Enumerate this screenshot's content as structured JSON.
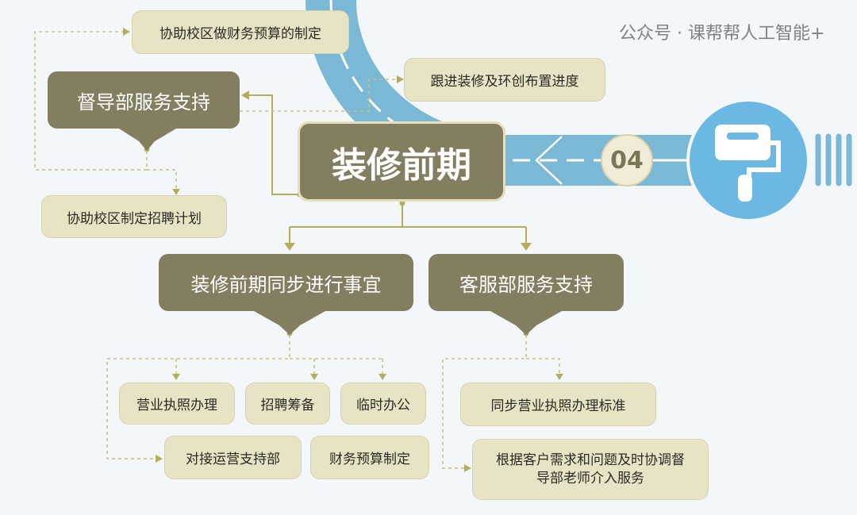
{
  "main_title": "装修前期",
  "step_number": "04",
  "supervision": {
    "title": "督导部服务支持",
    "items": [
      "协助校区做财务预算的制定",
      "跟进装修及环创布置进度",
      "协助校区制定招聘计划"
    ]
  },
  "sync": {
    "title": "装修前期同步进行事宜",
    "items": [
      "营业执照办理",
      "招聘筹备",
      "临时办公",
      "对接运营支持部",
      "财务预算制定"
    ]
  },
  "customer_service": {
    "title": "客服部服务支持",
    "items": [
      "同步营业执照办理标准",
      "根据客户需求和问题及时协调督导部老师介入服务"
    ]
  },
  "watermark": "公众号 · 课帮帮人工智能+",
  "colors": {
    "road": "#7ab8d6",
    "icon_circle": "#6bb8e3",
    "dark_box": "#847e60",
    "light_box": "#e7e3c5",
    "connector": "#b5ad5e"
  }
}
